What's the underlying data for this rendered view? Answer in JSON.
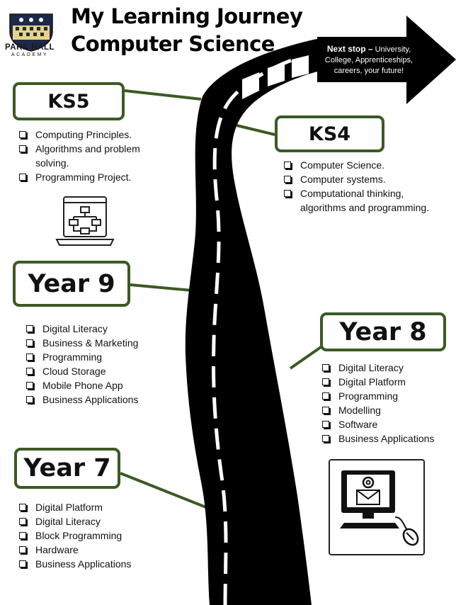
{
  "header": {
    "school_name": "PARK HALL",
    "school_sub": "ACADEMY",
    "title_line1": "My Learning Journey",
    "title_line2": "Computer Science"
  },
  "next_stop": {
    "label": "Next stop –",
    "text": "University, College, Apprenticeships, careers, your future!"
  },
  "stages": {
    "ks5": {
      "label": "KS5",
      "items": [
        "Computing Principles.",
        "Algorithms and problem solving.",
        "Programming Project."
      ]
    },
    "ks4": {
      "label": "KS4",
      "items": [
        "Computer Science.",
        "Computer systems.",
        "Computational thinking, algorithms and programming."
      ]
    },
    "year9": {
      "label": "Year 9",
      "items": [
        "Digital Literacy",
        "Business & Marketing",
        "Programming",
        "Cloud Storage",
        "Mobile Phone App",
        "Business Applications"
      ]
    },
    "year8": {
      "label": "Year 8",
      "items": [
        "Digital Literacy",
        "Digital Platform",
        "Programming",
        "Modelling",
        "Software",
        "Business Applications"
      ]
    },
    "year7": {
      "label": "Year 7",
      "items": [
        "Digital Platform",
        "Digital Literacy",
        "Block Programming",
        "Hardware",
        "Business Applications"
      ]
    }
  },
  "icons": {
    "crest": "school-crest-icon",
    "code": "code-flowchart-icon",
    "computer": "computer-email-icon"
  },
  "colors": {
    "box_border": "#3b5a24",
    "road": "#000000",
    "road_marking": "#ffffff"
  }
}
